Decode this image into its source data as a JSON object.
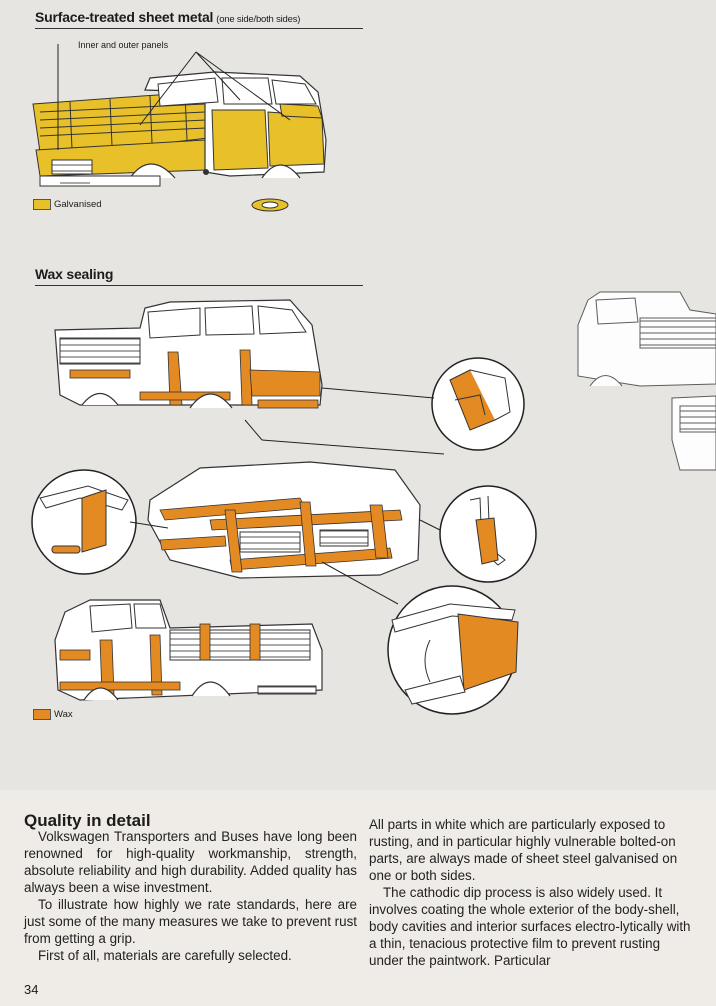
{
  "section1": {
    "title": "Surface-treated sheet metal",
    "subtitle": "(one side/both sides)",
    "callout": "Inner and outer panels",
    "legend_label": "Galvanised",
    "legend_color": "#e8c12a"
  },
  "section2": {
    "title": "Wax sealing",
    "legend_label": "Wax",
    "legend_color": "#e38a23"
  },
  "article": {
    "heading": "Quality in detail",
    "col1": [
      "Volkswagen Transporters and Buses have long been renowned for high-quality workmanship, strength, absolute reliability and high durability. Added quality has always been a wise investment.",
      "To illustrate how highly we rate standards, here are just some of the many measures we take to prevent rust from getting a grip.",
      "First of all, materials are carefully selected."
    ],
    "col2": [
      "All parts in white which are particularly exposed to rusting, and in particular highly vulnerable bolted-on parts, are always made of sheet steel galvanised on one or both sides.",
      "The cathodic dip process is also widely used. It involves coating the whole exterior of the body-shell, body cavities and interior surfaces electro-lytically with a thin, tenacious protective film to prevent rusting under the paintwork. Particular"
    ]
  },
  "page_number": "34"
}
